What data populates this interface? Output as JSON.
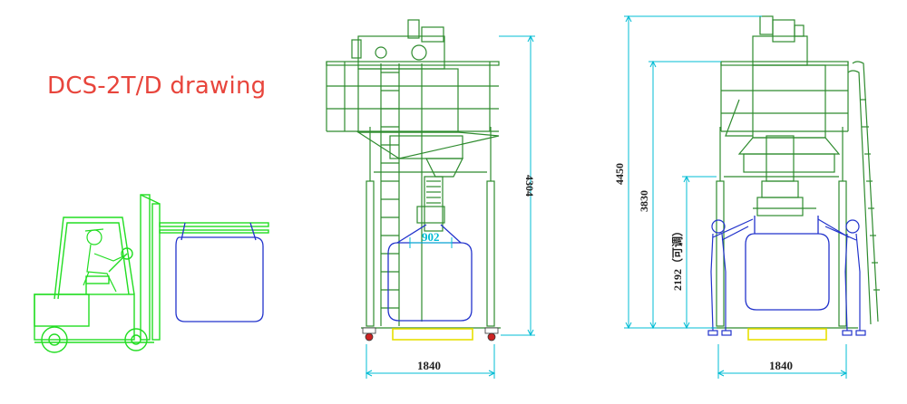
{
  "title": "DCS-2T/D drawing",
  "dimensions": {
    "front_width": "1840",
    "front_height": "4304",
    "bag_width": "902",
    "side_width": "1840",
    "side_total_height": "4450",
    "side_platform_height": "3830",
    "side_adjustable_height": "2192（可调）"
  },
  "colors": {
    "title": "#e8453c",
    "frame": "#2e8b2e",
    "forklift": "#22dd22",
    "bag": "#2233cc",
    "dimension": "#00bcd4",
    "pallet": "#e8e000",
    "wheel": "#cc2222",
    "operator": "#2233cc"
  }
}
